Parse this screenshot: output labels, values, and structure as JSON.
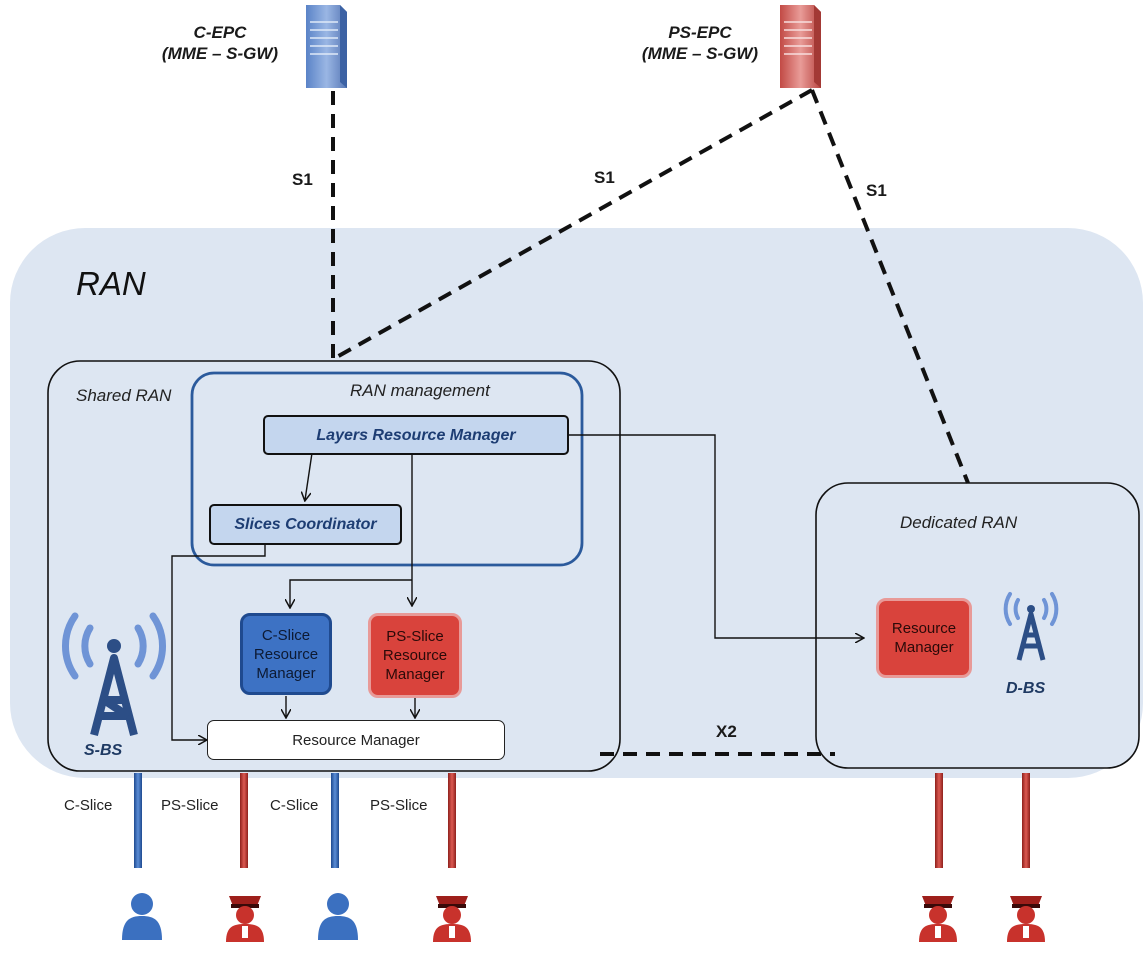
{
  "core": {
    "c_epc_label": [
      "C-EPC",
      "(MME – S-GW)"
    ],
    "ps_epc_label": [
      "PS-EPC",
      "(MME – S-GW)"
    ]
  },
  "links": {
    "s1_left": "S1",
    "s1_middle": "S1",
    "s1_right": "S1",
    "x2": "X2"
  },
  "ran": {
    "title": "RAN",
    "shared_ran": "Shared RAN",
    "ran_management": "RAN management",
    "dedicated_ran": "Dedicated RAN"
  },
  "components": {
    "layers_resource_manager": "Layers Resource Manager",
    "slices_coordinator": "Slices Coordinator",
    "c_slice_rm": [
      "C-Slice",
      "Resource",
      "Manager"
    ],
    "ps_slice_rm": [
      "PS-Slice",
      "Resource",
      "Manager"
    ],
    "shared_resource_manager": "Resource Manager",
    "dedicated_resource_manager": [
      "Resource",
      "Manager"
    ]
  },
  "base_stations": {
    "shared": "S-BS",
    "dedicated": "D-BS"
  },
  "users": {
    "slice_labels": [
      "C-Slice",
      "PS-Slice",
      "C-Slice",
      "PS-Slice"
    ]
  },
  "colors": {
    "ran_background": "#dde6f2",
    "c_slice": "#2e64b5",
    "ps_slice": "#c0362f",
    "management_border": "#2b5a9c"
  }
}
